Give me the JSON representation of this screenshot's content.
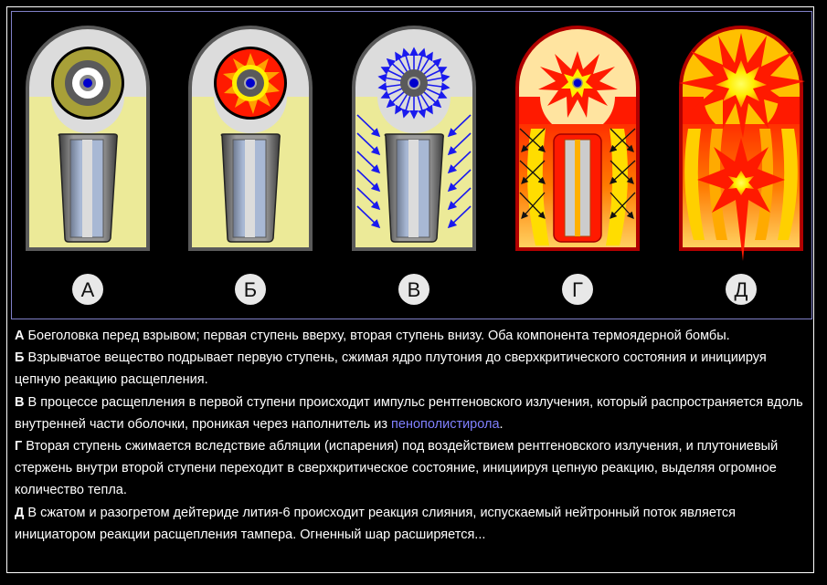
{
  "figure": {
    "panels": [
      {
        "id": "A",
        "label": "А",
        "stage": "before-detonation"
      },
      {
        "id": "B",
        "label": "Б",
        "stage": "primary-implosion"
      },
      {
        "id": "V",
        "label": "В",
        "stage": "x-ray-radiation"
      },
      {
        "id": "G",
        "label": "Г",
        "stage": "secondary-compression"
      },
      {
        "id": "D",
        "label": "Д",
        "stage": "fusion-fireball"
      }
    ],
    "colors": {
      "casing": "#5a5a5a",
      "casing_light": "#dcdcdc",
      "filler": "#ecea98",
      "xray_blue": "#1a1aee",
      "fire_red": "#ff1a00",
      "fire_orange": "#ff8800",
      "fire_yellow": "#ffee00",
      "border_blue": "#8080c8",
      "link": "#8080ff"
    }
  },
  "caption": {
    "items": [
      {
        "key": "А",
        "text": " Боеголовка перед взрывом; первая ступень вверху, вторая ступень внизу. Оба компонента термоядерной бомбы."
      },
      {
        "key": "Б",
        "text": " Взрывчатое вещество подрывает первую ступень, сжимая ядро плутония до сверхкритического состояния и инициируя цепную реакцию расщепления."
      },
      {
        "key": "В",
        "text": " В процессе расщепления в первой ступени происходит импульс рентгеновского излучения, который распространяется вдоль внутренней части оболочки, проникая через наполнитель из ",
        "link": "пенополистирола",
        "after": "."
      },
      {
        "key": "Г",
        "text": " Вторая ступень сжимается вследствие абляции (испарения) под воздействием рентгеновского излучения, и плутониевый стержень внутри второй ступени переходит в сверхкритическое состояние, инициируя цепную реакцию, выделяя огромное количество тепла."
      },
      {
        "key": "Д",
        "text": " В сжатом и разогретом дейтериде лития-6 происходит реакция слияния, испускаемый нейтронный поток является инициатором реакции расщепления тампера. Огненный шар расширяется..."
      }
    ]
  }
}
